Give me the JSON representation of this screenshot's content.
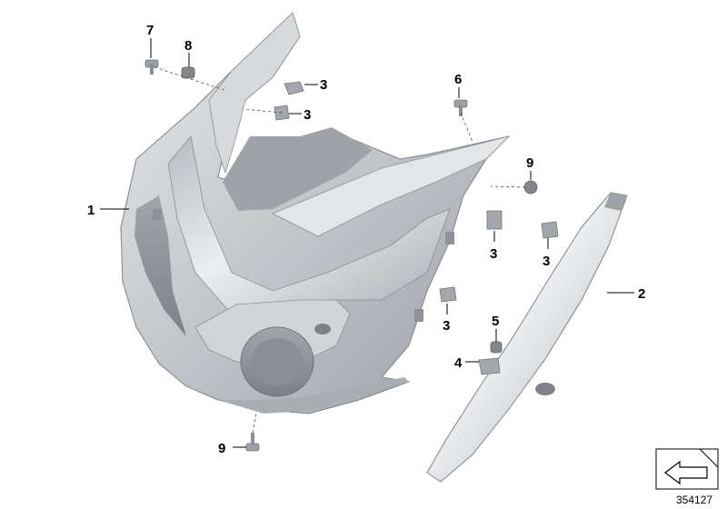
{
  "diagram": {
    "type": "exploded-parts-diagram",
    "part_color": "#c9cbce",
    "part_shadow": "#8e9196",
    "part_highlight": "#eef0f2",
    "callouts": [
      "1",
      "2",
      "3",
      "3",
      "3",
      "3",
      "3",
      "3",
      "4",
      "5",
      "6",
      "7",
      "8",
      "9",
      "9"
    ],
    "diagram_number": "354127",
    "corner_icon": "folded-page-arrow-icon"
  }
}
